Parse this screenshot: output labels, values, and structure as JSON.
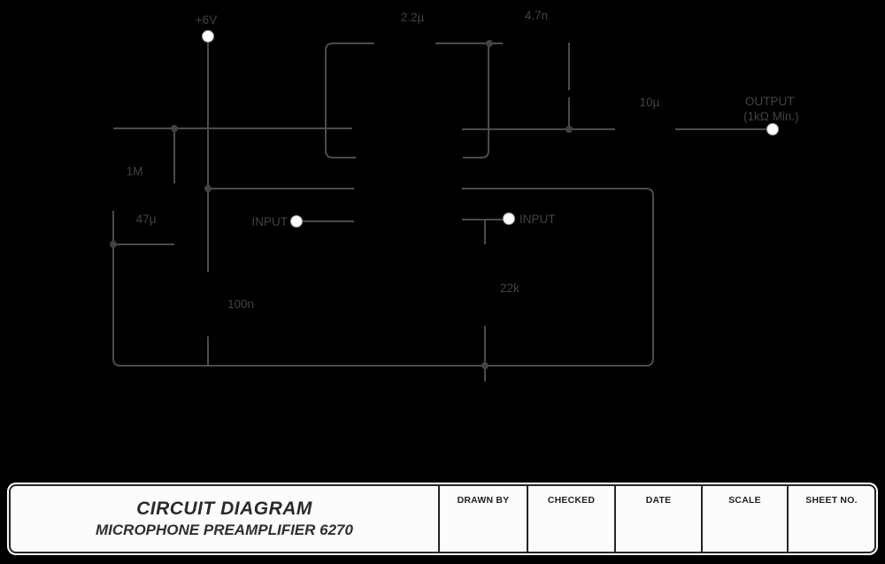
{
  "diagram": {
    "labels": {
      "supply": "+6V",
      "cap_2u2": "2.2µ",
      "cap_4n7": "4.7n",
      "cap_10u": "10µ",
      "cap_47u": "47µ",
      "cap_100n": "100n",
      "res_1m": "1M",
      "res_22k": "22k",
      "input_left": "INPUT",
      "input_right": "INPUT",
      "output_line1": "OUTPUT",
      "output_line2": "(1kΩ Min.)"
    },
    "colors": {
      "background": "#000000",
      "wire": "#4b4b4b",
      "label": "#424242",
      "terminal_fill": "#fcfcfc",
      "junction": "#424242"
    }
  },
  "title_block": {
    "title": "CIRCUIT DIAGRAM",
    "subtitle": "MICROPHONE PREAMPLIFIER 6270",
    "columns": [
      {
        "label": "DRAWN BY"
      },
      {
        "label": "CHECKED"
      },
      {
        "label": "DATE"
      },
      {
        "label": "SCALE"
      },
      {
        "label": "SHEET NO."
      }
    ]
  }
}
